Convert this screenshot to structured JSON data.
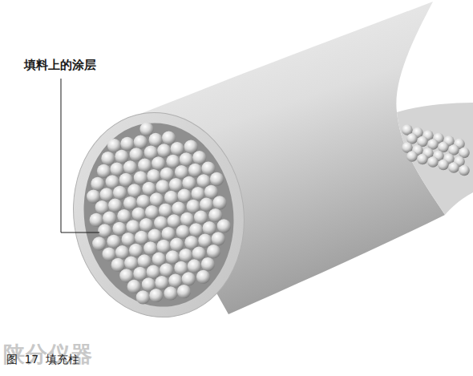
{
  "diagram": {
    "caption": "图 17 填充柱",
    "labels": [
      "填料上的涂层",
      "陕分仪器"
    ]
  }
}
